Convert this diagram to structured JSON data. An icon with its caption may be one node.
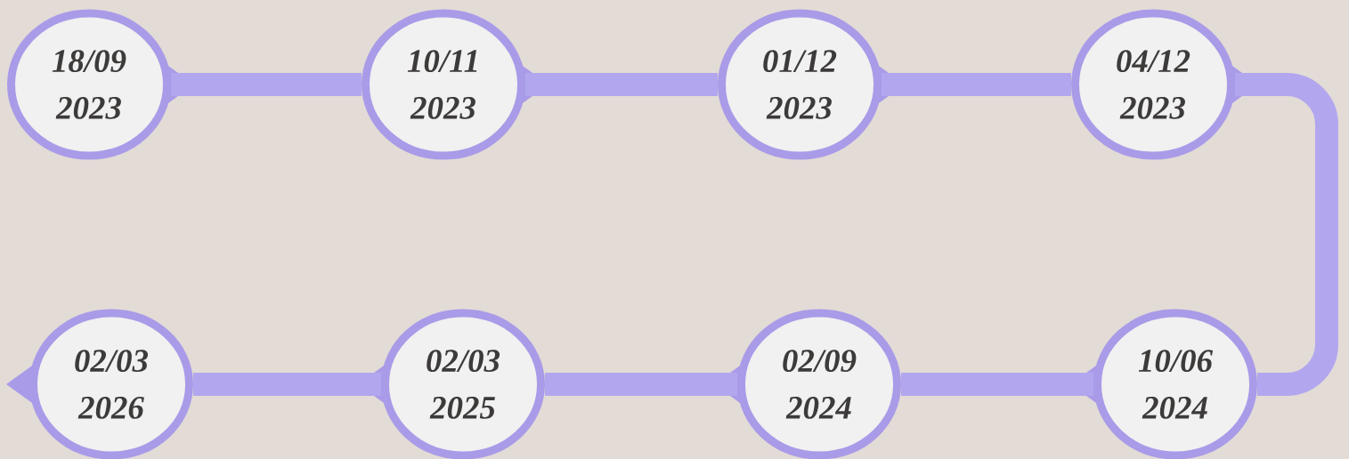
{
  "diagram": {
    "nodes": [
      {
        "text": [
          "18/09 2023"
        ]
      },
      {
        "text": [
          "10/11 2023"
        ]
      },
      {
        "text": [
          "01/12 2023"
        ]
      },
      {
        "text": [
          "04/12 2023"
        ]
      },
      {
        "text": [
          "10/06 2024"
        ]
      },
      {
        "text": [
          "02/09 2024"
        ]
      },
      {
        "text": [
          "02/03 2025"
        ]
      },
      {
        "text": [
          "02/03 2026"
        ]
      }
    ],
    "edges": [
      {
        "from": 0,
        "to": 1,
        "arrow": "none"
      },
      {
        "from": 1,
        "to": 2,
        "arrow": "none"
      },
      {
        "from": 2,
        "to": 3,
        "arrow": "none"
      },
      {
        "from": 3,
        "to": 4,
        "arrow": "none"
      },
      {
        "from": 4,
        "to": 5,
        "arrow": "none"
      },
      {
        "from": 5,
        "to": 6,
        "arrow": "none"
      },
      {
        "from": 6,
        "to": 7,
        "arrow": "none"
      }
    ]
  }
}
